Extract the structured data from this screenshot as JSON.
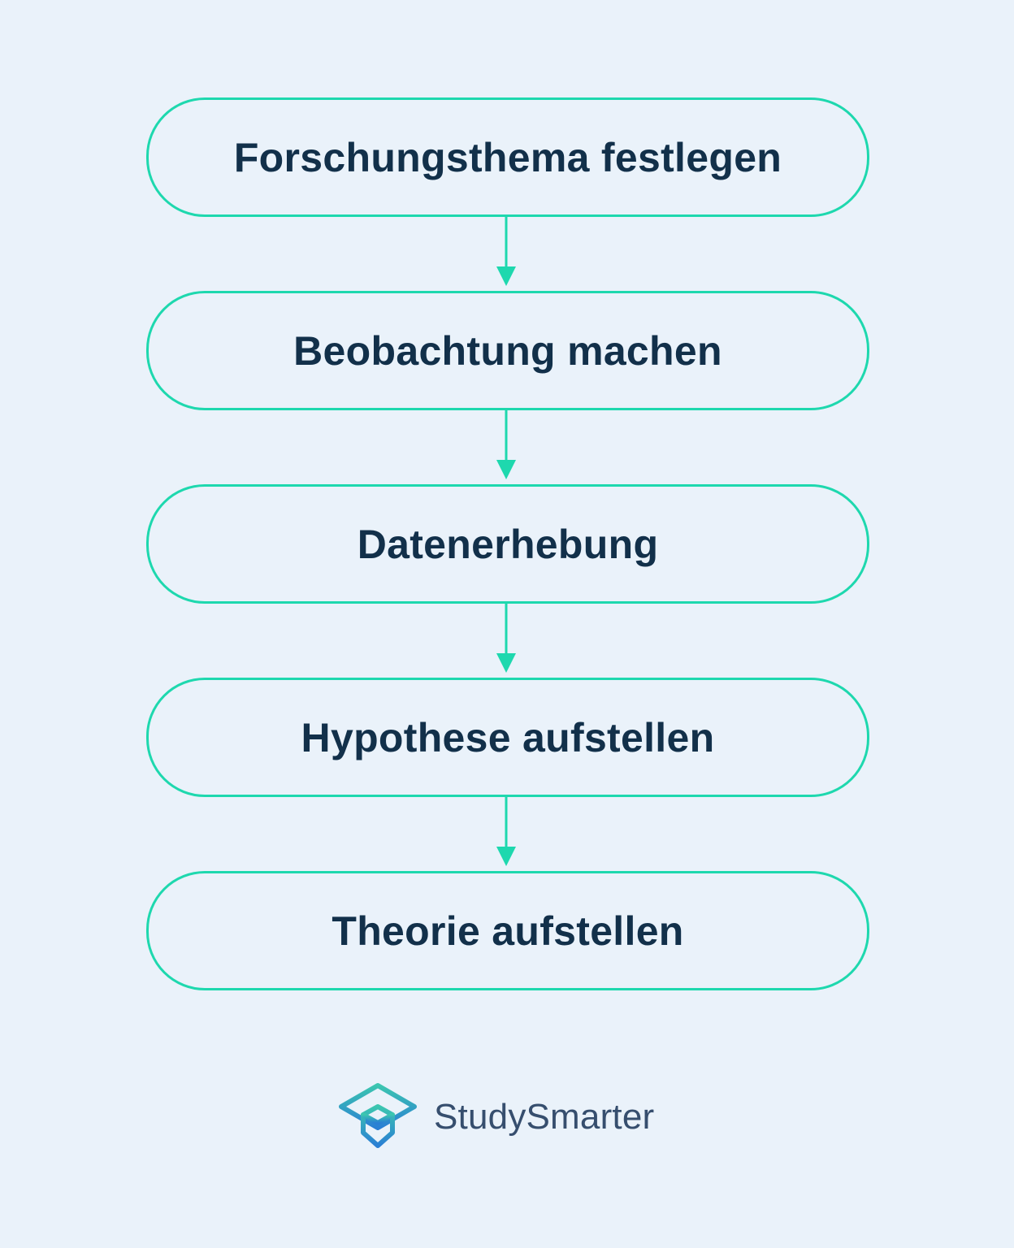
{
  "flowchart": {
    "steps": [
      {
        "label": "Forschungsthema festlegen"
      },
      {
        "label": "Beobachtung machen"
      },
      {
        "label": "Datenerhebung"
      },
      {
        "label": "Hypothese aufstellen"
      },
      {
        "label": "Theorie aufstellen"
      }
    ],
    "colors": {
      "border": "#1ED8AE",
      "arrow": "#1ED8AE",
      "text": "#12304A",
      "background": "#EAF2FA"
    }
  },
  "brand": {
    "name": "StudySmarter",
    "icon": "graduation-cap-box-icon"
  }
}
